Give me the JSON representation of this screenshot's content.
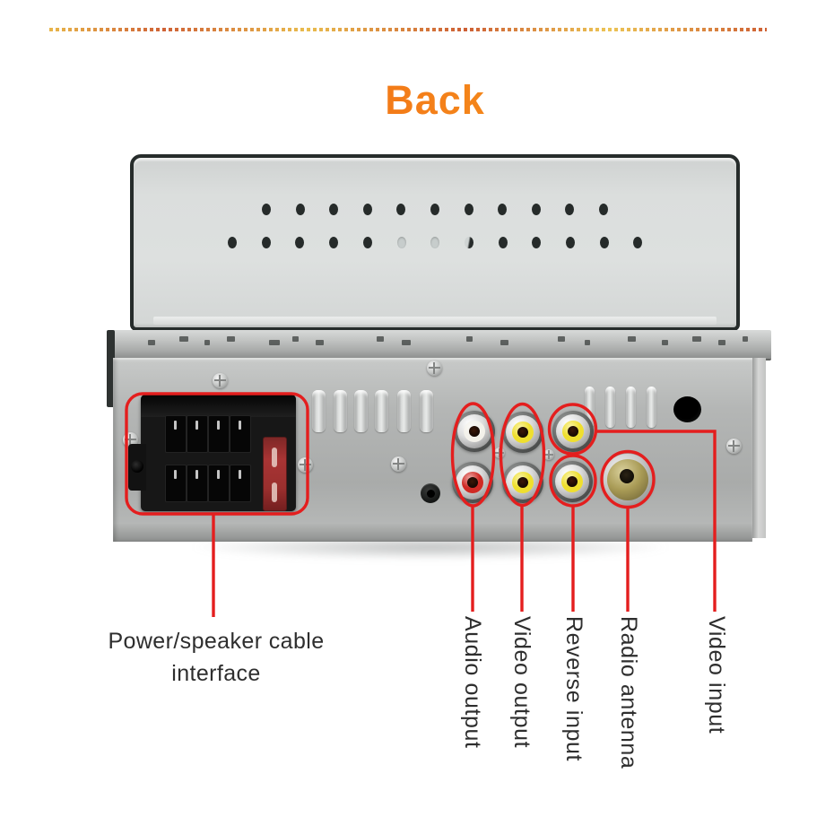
{
  "page": {
    "title": "Back"
  },
  "annotations": {
    "power": {
      "line1": "Power/speaker cable",
      "line2": "interface"
    },
    "ports": [
      {
        "id": "audio-output",
        "label": "Audio output"
      },
      {
        "id": "video-output",
        "label": "Video output"
      },
      {
        "id": "reverse-input",
        "label": "Reverse input"
      },
      {
        "id": "radio-antenna",
        "label": "Radio antenna"
      },
      {
        "id": "video-input",
        "label": "Video input"
      }
    ]
  },
  "colors": {
    "annotation_red": "#e41e1e",
    "title_gradient_start": "#ee4f0e",
    "title_gradient_end": "#f7a622",
    "rca_white": "#f3f1ea",
    "rca_red": "#cf2b25",
    "rca_yellow": "#efdf2e",
    "antenna_brass": "#a99b56",
    "label_text": "#2e2e2e"
  }
}
